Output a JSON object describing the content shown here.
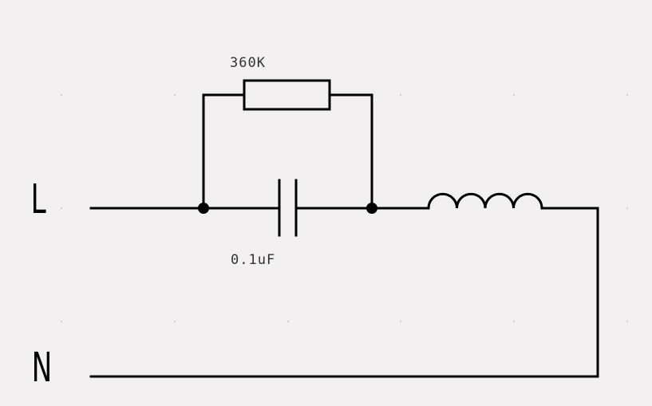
{
  "schematic": {
    "resistor_label": "360K",
    "capacitor_label": "0.1uF",
    "line_label": "L",
    "neutral_label": "N"
  },
  "colors": {
    "background": "#f2f0f1",
    "wire": "#000000",
    "label_text": "#333333",
    "grid_dot": "#d88a8a"
  }
}
